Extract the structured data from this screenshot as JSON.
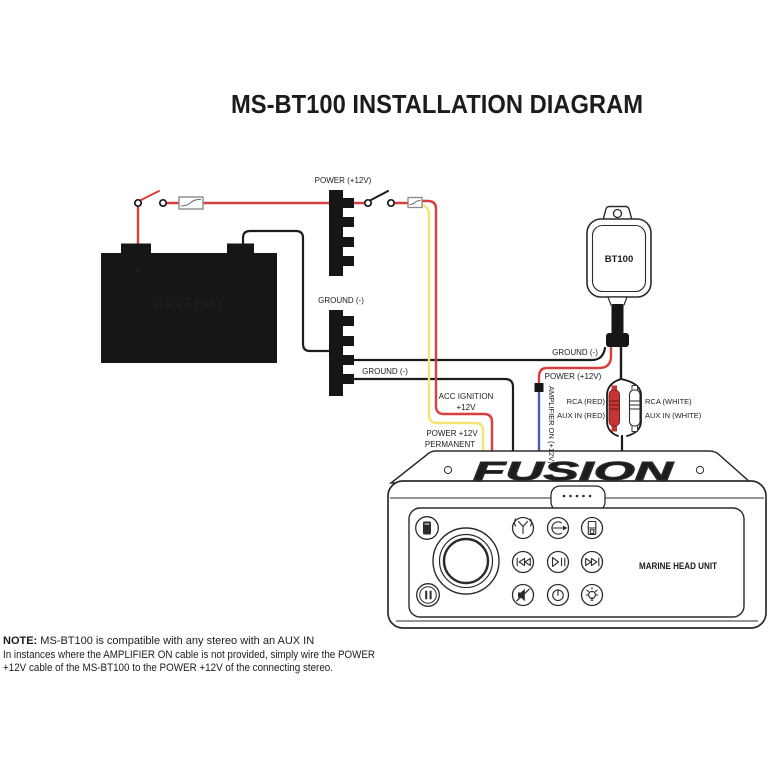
{
  "title": "MS-BT100 INSTALLATION DIAGRAM",
  "battery": {
    "label": "BATTERY",
    "plus": "+",
    "minus": "-"
  },
  "buses": {
    "power": "POWER (+12V)",
    "ground": "GROUND (-)"
  },
  "wire_labels": {
    "ground_to_module": "GROUND (-)",
    "ground_to_stereo": "GROUND (-)",
    "power_module": "POWER (+12V)",
    "amplifier_on": "AMPLIFIER ON (+12V)",
    "acc_ignition_line1": "ACC IGNITION",
    "acc_ignition_line2": "+12V",
    "power_permanent_line1": "POWER +12V",
    "power_permanent_line2": "PERMANENT",
    "rca_red": "RCA (RED)",
    "aux_in_red": "AUX IN (RED)",
    "rca_white": "RCA (WHITE)",
    "aux_in_white": "AUX IN (WHITE)"
  },
  "module": {
    "label": "BT100"
  },
  "head_unit": {
    "brand": "FUSION",
    "label": "MARINE HEAD UNIT"
  },
  "note": {
    "heading": "NOTE:",
    "line1": " MS-BT100 is compatible with any stereo with an AUX IN",
    "line2": "In instances where the AMPLIFIER ON cable is not provided, simply wire the POWER",
    "line3": "+12V cable of the MS-BT100 to the POWER +12V of the connecting stereo."
  },
  "colors": {
    "wire_red": "#d84040",
    "wire_yellow": "#f6e372",
    "wire_blue": "#4a5ea8",
    "wire_black": "#1c1c1c",
    "component_fill": "#161616",
    "line_art": "#2b2b2b",
    "rca_red_fill": "#c63434"
  },
  "icons": [
    "switch-icon",
    "fuse-icon",
    "mount-hole-icon",
    "screw-icon",
    "connector-pins-icon",
    "sd-card-icon",
    "pause-icon",
    "antenna-icon",
    "source-icon",
    "media-card-icon",
    "previous-track-icon",
    "play-pause-icon",
    "next-track-icon",
    "mute-icon",
    "power-icon",
    "brightness-icon"
  ]
}
